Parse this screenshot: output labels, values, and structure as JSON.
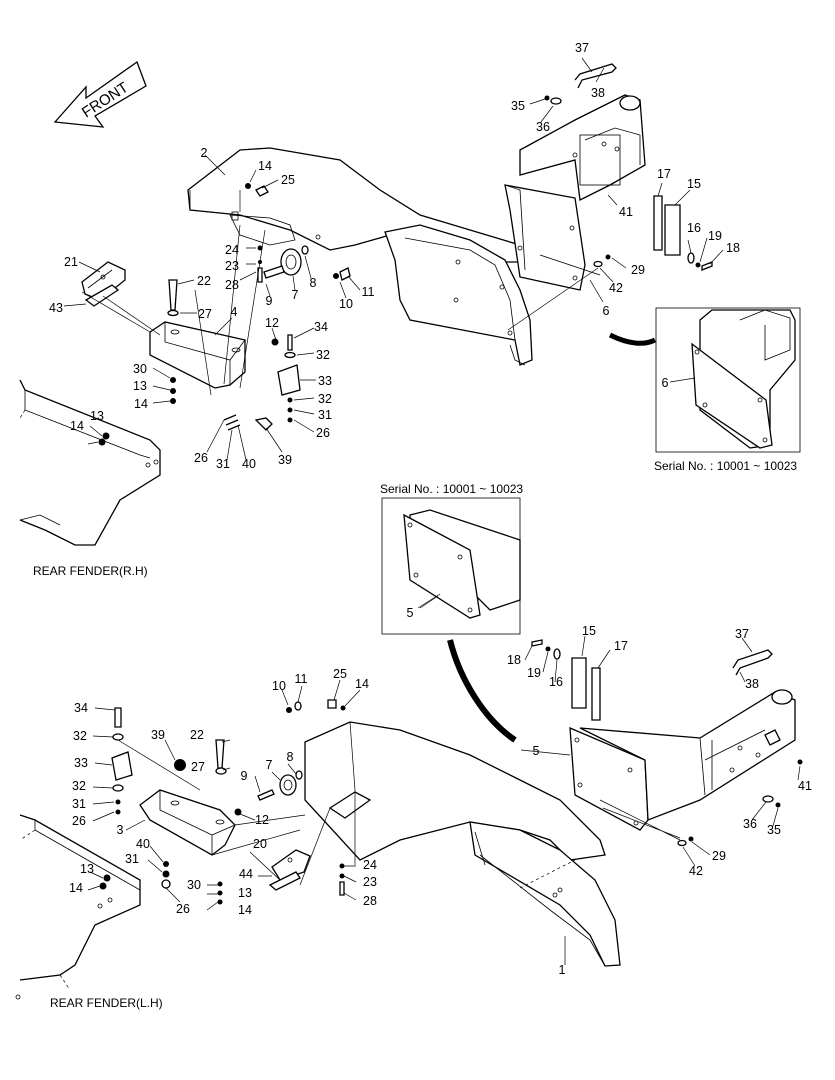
{
  "direction_label": "FRONT",
  "sections": {
    "rh": "REAR FENDER(R.H)",
    "lh": "REAR FENDER(L.H)"
  },
  "serial_notes": {
    "top_detail": "Serial No. : 10001 ~ 10023",
    "bottom_detail": "Serial No. : 10001 ~ 10023"
  },
  "callouts": {
    "rh": {
      "c2": "2",
      "c14a": "14",
      "c25": "25",
      "c24": "24",
      "c23": "23",
      "c28": "28",
      "c9": "9",
      "c7": "7",
      "c8": "8",
      "c10": "10",
      "c11": "11",
      "c21": "21",
      "c43": "43",
      "c22": "22",
      "c27": "27",
      "c4": "4",
      "c12": "12",
      "c34": "34",
      "c32a": "32",
      "c33": "33",
      "c32b": "32",
      "c31a": "31",
      "c26a": "26",
      "c30": "30",
      "c13a": "13",
      "c14b": "14",
      "c13b": "13",
      "c14c": "14",
      "c26b": "26",
      "c31b": "31",
      "c40": "40",
      "c39": "39",
      "c37": "37",
      "c38": "38",
      "c35": "35",
      "c36": "36",
      "c41": "41",
      "c17": "17",
      "c15": "15",
      "c16": "16",
      "c19": "19",
      "c18": "18",
      "c29": "29",
      "c42": "42",
      "c6a": "6",
      "c6b": "6"
    },
    "lh": {
      "c5a": "5",
      "c15": "15",
      "c17": "17",
      "c18": "18",
      "c19": "19",
      "c16": "16",
      "c37": "37",
      "c38": "38",
      "c5b": "5",
      "c41": "41",
      "c36": "36",
      "c35": "35",
      "c29": "29",
      "c42": "42",
      "c1": "1",
      "c25": "25",
      "c14a": "14",
      "c10": "10",
      "c11": "11",
      "c34": "34",
      "c32a": "32",
      "c39": "39",
      "c22": "22",
      "c33": "33",
      "c27": "27",
      "c9": "9",
      "c7": "7",
      "c8": "8",
      "c32b": "32",
      "c31a": "31",
      "c26a": "26",
      "c3": "3",
      "c12": "12",
      "c40": "40",
      "c31b": "31",
      "c20": "20",
      "c13a": "13",
      "c14b": "14",
      "c26b": "26",
      "c30": "30",
      "c13b": "13",
      "c14c": "14",
      "c44": "44",
      "c24": "24",
      "c23": "23",
      "c28": "28"
    }
  }
}
